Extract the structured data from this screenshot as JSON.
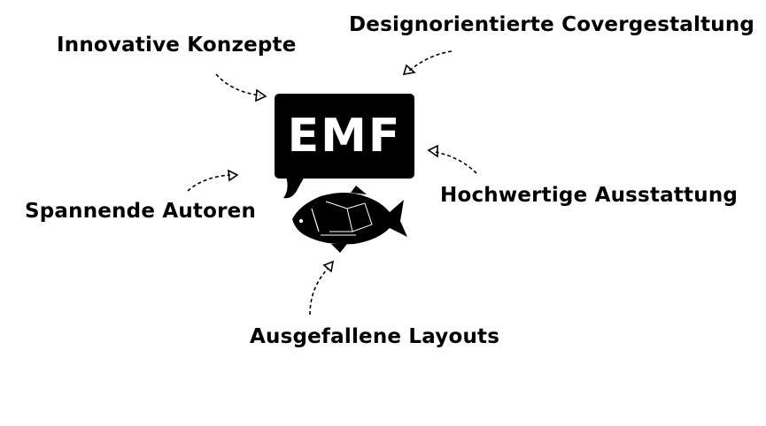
{
  "logo": {
    "text": "EMF",
    "background_color": "#000000",
    "text_color": "#ffffff"
  },
  "features": {
    "innovative": "Innovative Konzepte",
    "design": "Designorientierte Covergestaltung",
    "authors": "Spannende Autoren",
    "quality": "Hochwertige Ausstattung",
    "layouts": "Ausgefallene Layouts"
  },
  "icons": {
    "mascot": "fish-icon",
    "arrows": "dashed-arrow-icon"
  }
}
